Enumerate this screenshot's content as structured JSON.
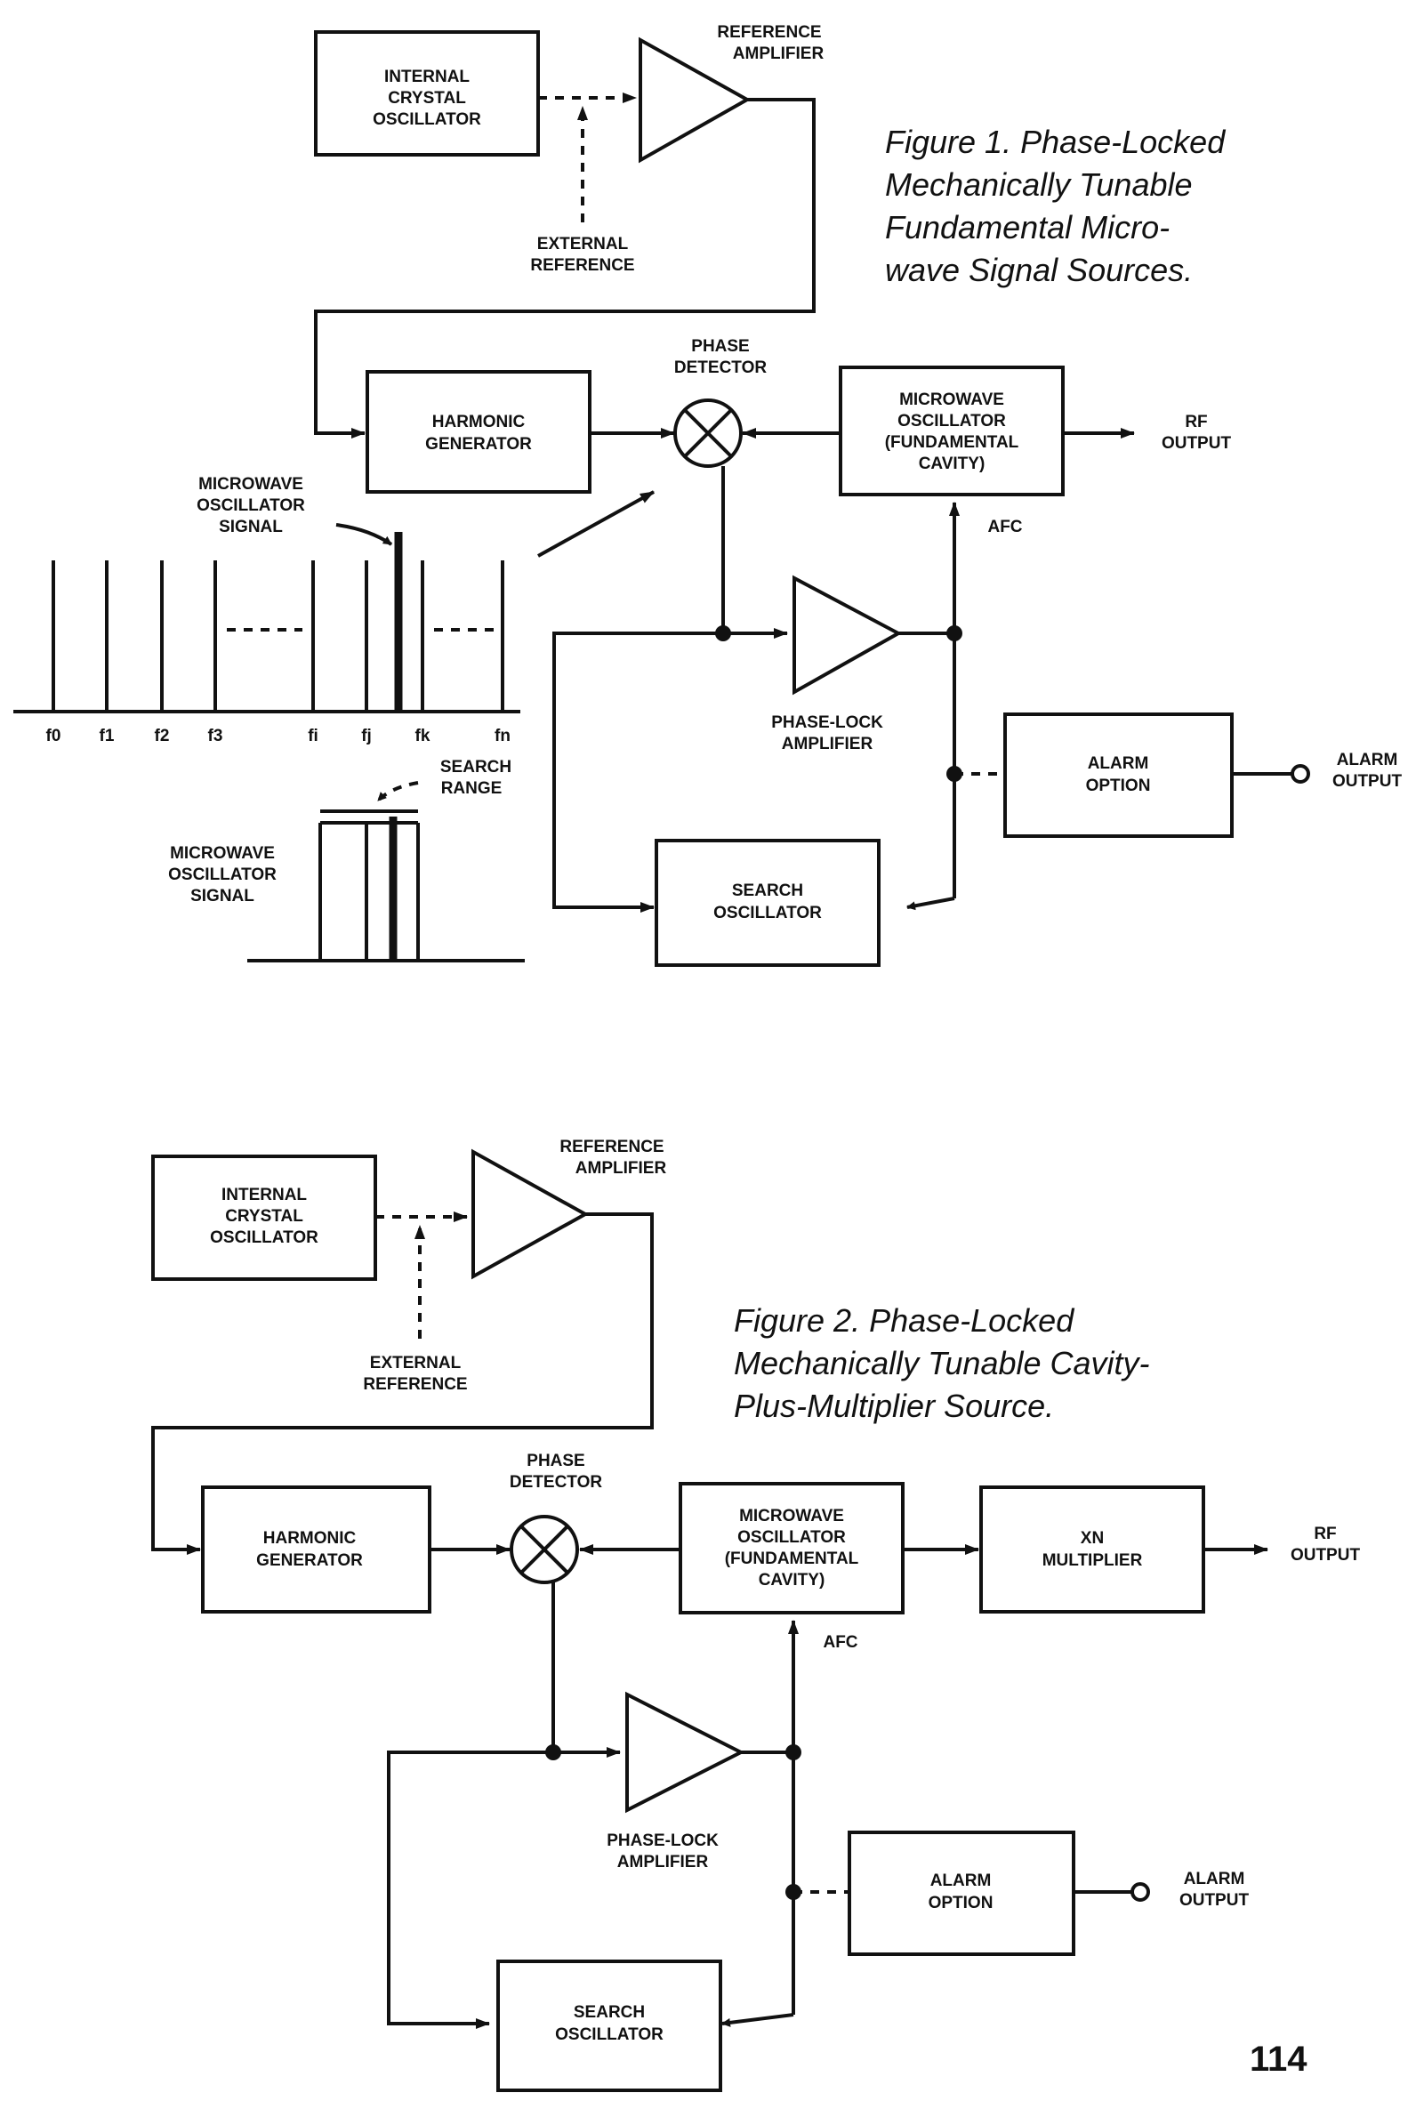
{
  "figure1": {
    "caption": [
      "Figure 1. Phase-Locked",
      "Mechanically Tunable",
      "Fundamental Micro-",
      "wave Signal Sources."
    ],
    "internal_crystal_oscillator": [
      "INTERNAL",
      "CRYSTAL",
      "OSCILLATOR"
    ],
    "reference_amplifier": [
      "REFERENCE",
      "AMPLIFIER"
    ],
    "external_reference": [
      "EXTERNAL",
      "REFERENCE"
    ],
    "phase_detector": [
      "PHASE",
      "DETECTOR"
    ],
    "harmonic_generator": [
      "HARMONIC",
      "GENERATOR"
    ],
    "microwave_oscillator": [
      "MICROWAVE",
      "OSCILLATOR",
      "(FUNDAMENTAL",
      "CAVITY)"
    ],
    "rf_output": [
      "RF",
      "OUTPUT"
    ],
    "afc": "AFC",
    "phase_lock_amplifier": [
      "PHASE-LOCK",
      "AMPLIFIER"
    ],
    "alarm_option": [
      "ALARM",
      "OPTION"
    ],
    "alarm_output": [
      "ALARM",
      "OUTPUT"
    ],
    "search_oscillator": [
      "SEARCH",
      "OSCILLATOR"
    ],
    "spectrum_signal_label": [
      "MICROWAVE",
      "OSCILLATOR",
      "SIGNAL"
    ],
    "frequency_labels": [
      "f0",
      "f1",
      "f2",
      "f3",
      "fi",
      "fj",
      "fk",
      "fn"
    ],
    "search_range": [
      "SEARCH",
      "RANGE"
    ],
    "search_signal_label": [
      "MICROWAVE",
      "OSCILLATOR",
      "SIGNAL"
    ]
  },
  "figure2": {
    "caption": [
      "Figure 2. Phase-Locked",
      "Mechanically Tunable Cavity-",
      "Plus-Multiplier Source."
    ],
    "internal_crystal_oscillator": [
      "INTERNAL",
      "CRYSTAL",
      "OSCILLATOR"
    ],
    "reference_amplifier": [
      "REFERENCE",
      "AMPLIFIER"
    ],
    "external_reference": [
      "EXTERNAL",
      "REFERENCE"
    ],
    "phase_detector": [
      "PHASE",
      "DETECTOR"
    ],
    "harmonic_generator": [
      "HARMONIC",
      "GENERATOR"
    ],
    "microwave_oscillator": [
      "MICROWAVE",
      "OSCILLATOR",
      "(FUNDAMENTAL",
      "CAVITY)"
    ],
    "xn_multiplier": [
      "XN",
      "MULTIPLIER"
    ],
    "rf_output": [
      "RF",
      "OUTPUT"
    ],
    "afc": "AFC",
    "phase_lock_amplifier": [
      "PHASE-LOCK",
      "AMPLIFIER"
    ],
    "alarm_option": [
      "ALARM",
      "OPTION"
    ],
    "alarm_output": [
      "ALARM",
      "OUTPUT"
    ],
    "search_oscillator": [
      "SEARCH",
      "OSCILLATOR"
    ]
  },
  "page_number": "114"
}
